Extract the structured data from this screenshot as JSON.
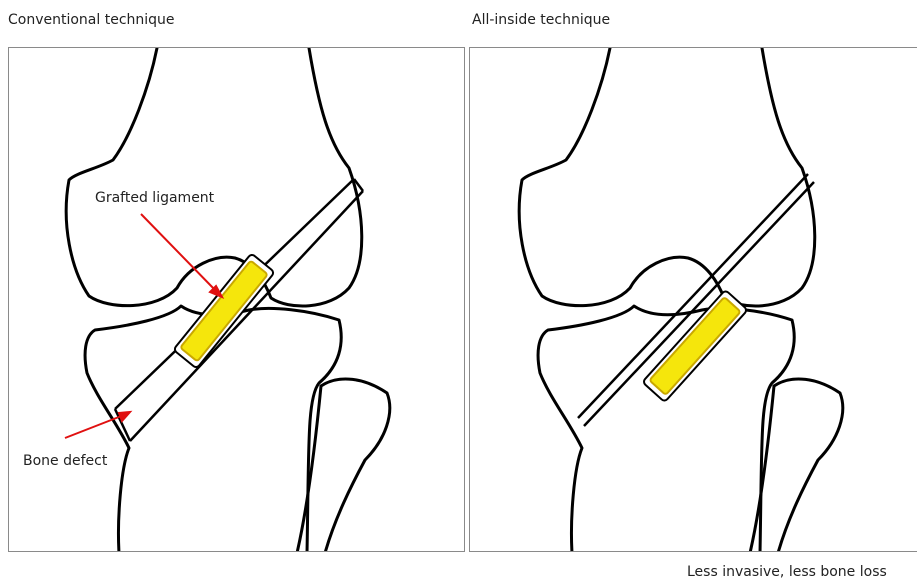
{
  "captions": {
    "left": "Conventional technique",
    "right": "All-inside technique"
  },
  "labels": {
    "grafted_ligament": "Grafted ligament",
    "bone_defect": "Bone defect"
  },
  "footer": "Less invasive, less bone loss",
  "colors": {
    "graft_fill": "#f5e60c",
    "graft_stroke": "#c9a800",
    "arrow": "#e01010",
    "bone_line": "#000000"
  }
}
